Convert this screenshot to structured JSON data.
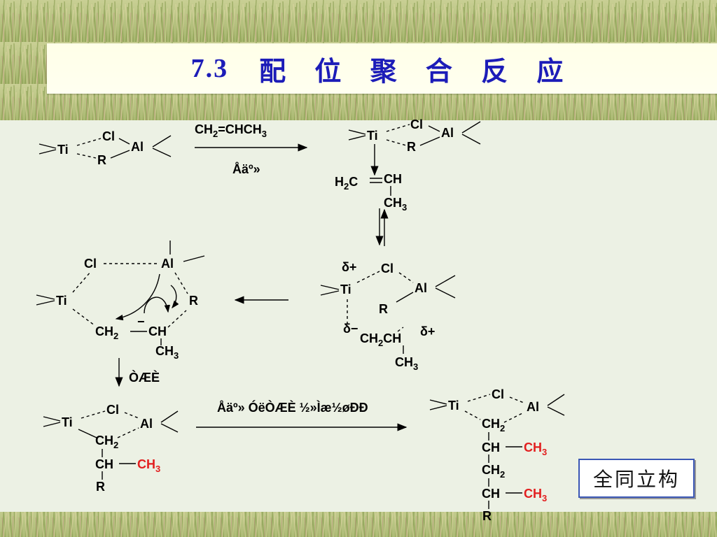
{
  "slide": {
    "title_number": "7.3",
    "title_text": "配 位 聚 合 反 应",
    "tag_label": "全同立构"
  },
  "diagram": {
    "labels": {
      "Ti": "Ti",
      "Cl": "Cl",
      "Al": "Al",
      "R": "R",
      "CH": "CH",
      "CH3": "CH3",
      "CH2": "CH2",
      "H2C": "H2C",
      "CH2CH": "CH2CH",
      "delta_plus": "δ+",
      "delta_minus": "δ−",
      "minus_sign": "−"
    },
    "reagent_monomer": "CH2=CHCH3",
    "step1_label": "Åäº»",
    "step_down_label": "ÒÆÈ",
    "step_final_label": "Åäº» ÓëÒÆÈ ½»Ìæ½øÐÐ",
    "colors": {
      "title": "#1c1cb8",
      "highlight": "#e21f1f",
      "panel": "#ecf1e4",
      "tag_border": "#3a56b4"
    }
  }
}
